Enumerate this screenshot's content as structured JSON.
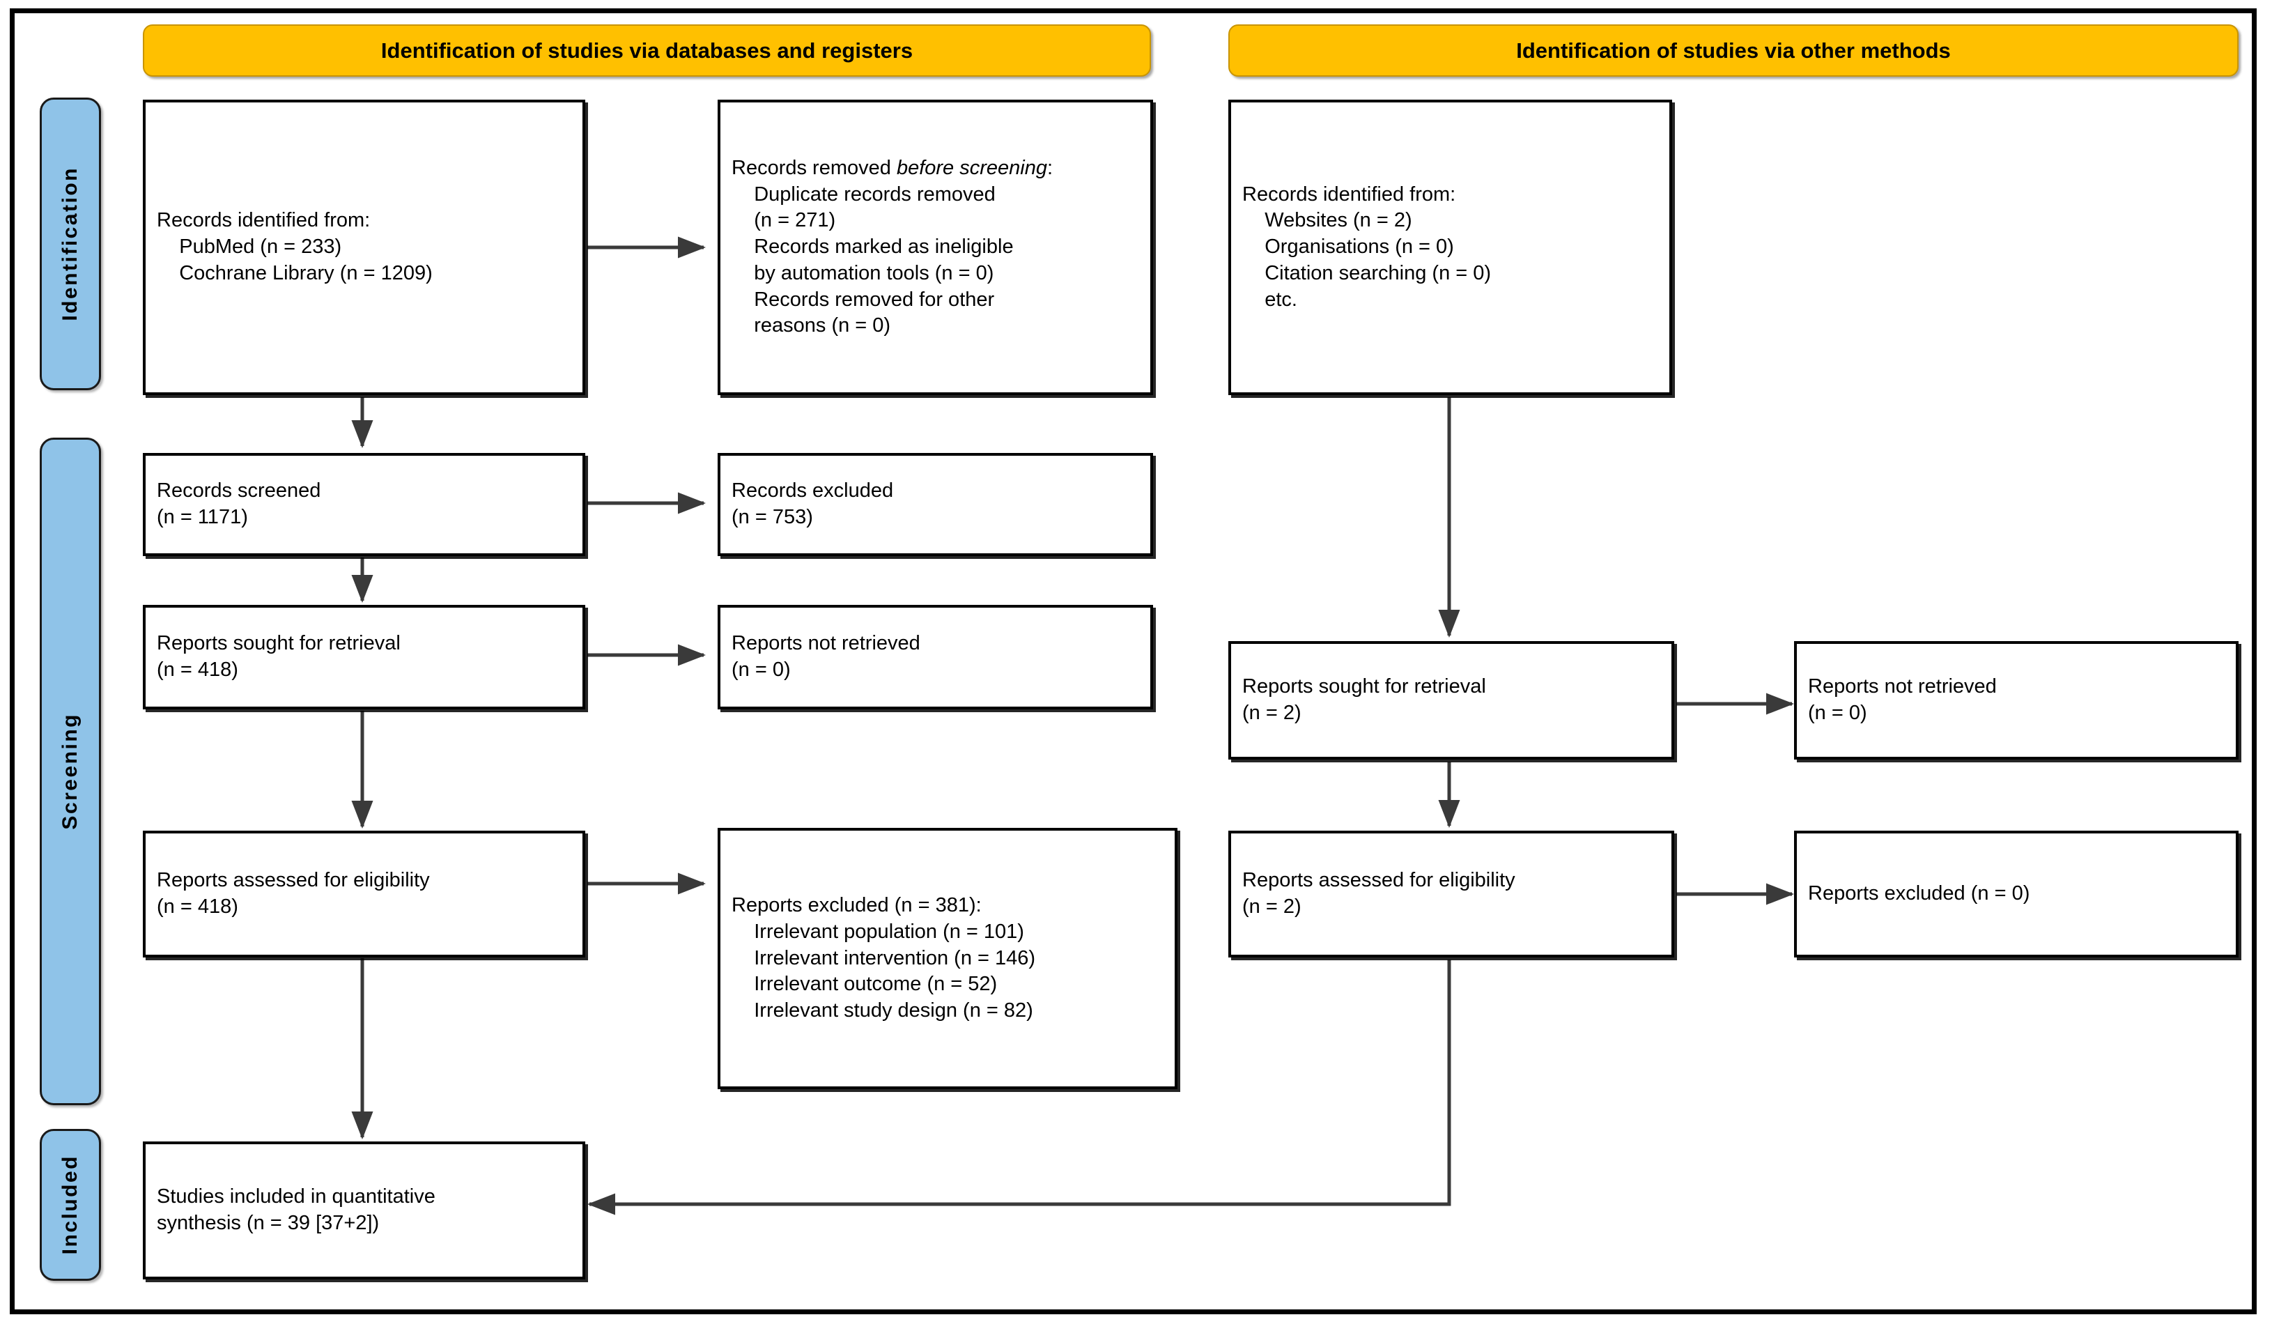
{
  "diagram": {
    "title": "PRISMA 2020 flow diagram",
    "colors": {
      "banner_fill": "#FFC000",
      "stage_fill": "#8FC3E8",
      "node_fill": "#FFFFFF",
      "line": "#000000",
      "frame": "#000000"
    }
  },
  "banners": {
    "databases": "Identification of studies via databases and registers",
    "other_methods": "Identification of studies via other methods"
  },
  "stages": {
    "identification": "Identification",
    "screening": "Screening",
    "included": "Included"
  },
  "left_column": {
    "records_identified": {
      "header": "Records identified from:",
      "sources": [
        "PubMed (n = 233)",
        "Cochrane Library (n = 1209)"
      ]
    },
    "records_removed": {
      "header_part1": "Records removed ",
      "header_italic": "before screening",
      "header_part2": ":",
      "items": [
        "Duplicate records removed (n = 271)",
        "Records marked as ineligible by automation tools (n = 0)",
        "Records removed for other reasons (n = 0)"
      ]
    },
    "records_screened": {
      "label": "Records screened",
      "count": "(n = 1171)"
    },
    "records_excluded": {
      "label": "Records excluded",
      "count": "(n = 753)"
    },
    "reports_sought": {
      "label": "Reports sought for retrieval",
      "count": "(n = 418)"
    },
    "reports_not_retrieved": {
      "label": "Reports not retrieved",
      "count": "(n = 0)"
    },
    "reports_assessed": {
      "label": "Reports assessed for eligibility",
      "count": "(n = 418)"
    },
    "reports_excluded": {
      "header": "Reports excluded (n = 381):",
      "reasons": [
        "Irrelevant population (n = 101)",
        "Irrelevant intervention (n = 146)",
        "Irrelevant outcome (n = 52)",
        "Irrelevant study design (n = 82)"
      ]
    }
  },
  "right_column": {
    "records_identified": {
      "header": "Records identified from:",
      "sources": [
        "Websites (n = 2)",
        "Organisations (n = 0)",
        "Citation searching (n = 0)",
        "etc."
      ]
    },
    "reports_sought": {
      "label": "Reports sought for retrieval",
      "count": "(n = 2)"
    },
    "reports_not_retrieved": {
      "label": "Reports not retrieved",
      "count": "(n = 0)"
    },
    "reports_assessed": {
      "label": "Reports assessed for eligibility",
      "count": "(n = 2)"
    },
    "reports_excluded": {
      "label": "Reports excluded (n = 0)"
    }
  },
  "included_box": {
    "line1": "Studies included in quantitative",
    "line2": "synthesis (n = 39 [37+2])"
  },
  "composed": {
    "left_identified": "Records identified from:\n    PubMed (n = 233)\n    Cochrane Library (n = 1209)",
    "left_removed_tail": "\n    Duplicate records removed\n    (n = 271)\n    Records marked as ineligible\n    by automation tools (n = 0)\n    Records removed for other\n    reasons (n = 0)",
    "left_screened": "Records screened\n(n = 1171)",
    "left_excluded": "Records excluded\n(n = 753)",
    "left_sought": "Reports sought for retrieval\n(n = 418)",
    "left_not_retrieved": "Reports not retrieved\n(n = 0)",
    "left_assessed": "Reports assessed for eligibility\n(n = 418)",
    "left_reports_excluded": "Reports excluded (n = 381):\n    Irrelevant population (n = 101)\n    Irrelevant intervention (n = 146)\n    Irrelevant outcome (n = 52)\n    Irrelevant study design (n = 82)",
    "right_identified": "Records identified from:\n    Websites (n = 2)\n    Organisations (n = 0)\n    Citation searching (n = 0)\n    etc.",
    "right_sought": "Reports sought for retrieval\n(n = 2)",
    "right_not_retrieved": "Reports not retrieved\n(n = 0)",
    "right_assessed": "Reports assessed for eligibility\n(n = 2)",
    "right_reports_excluded": "Reports excluded (n = 0)",
    "included": "Studies included in quantitative\nsynthesis (n = 39 [37+2])"
  }
}
